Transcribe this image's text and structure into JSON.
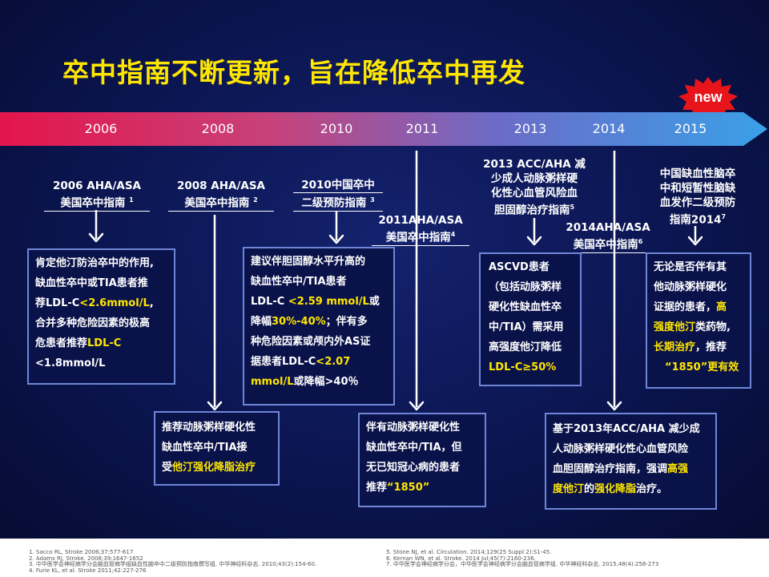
{
  "title": "卒中指南不断更新，旨在降低卒中再发",
  "badge": "new",
  "years": [
    "2006",
    "2008",
    "2010",
    "2011",
    "2013",
    "2014",
    "2015"
  ],
  "labels": {
    "g2006": {
      "line1": "2006 AHA/ASA",
      "line2": "美国卒中指南",
      "sup": "1"
    },
    "g2008": {
      "line1": "2008 AHA/ASA",
      "line2": "美国卒中指南",
      "sup": "2"
    },
    "g2010": {
      "line1": "2010中国卒中",
      "line2": "二级预防指南",
      "sup": "3"
    },
    "g2011": {
      "line1": "2011AHA/ASA",
      "line2": "美国卒中指南",
      "sup": "4"
    },
    "g2013": {
      "line1": "2013 ACC/AHA 减",
      "line2": "少成人动脉粥样硬",
      "line3": "化性心血管风险血",
      "line4": "胆固醇治疗指南",
      "sup": "5"
    },
    "g2014": {
      "line1": "2014AHA/ASA",
      "line2": "美国卒中指南",
      "sup": "6"
    },
    "g2015": {
      "line1": "中国缺血性脑卒",
      "line2": "中和短暂性脑缺",
      "line3": "血发作二级预防",
      "line4": "指南2014",
      "sup": "7"
    }
  },
  "boxes": {
    "b2006": {
      "t1": "肯定他汀防治卒中的作用,",
      "t2": "缺血性卒中或TIA患者推",
      "t3a": "荐LDL-C",
      "t3b": "<2.6mmol/L",
      "t3c": ",",
      "t4": "合并多种危险因素的极高",
      "t5a": "危患者推荐",
      "t5b": "LDL-C",
      "t6": " <1.8mmol/L"
    },
    "b2008": {
      "t1": "推荐动脉粥样硬化性",
      "t2": "缺血性卒中/TIA接",
      "t3a": "受",
      "t3b": "他汀强化降脂治疗"
    },
    "b2010": {
      "t1": "建议伴胆固醇水平升高的",
      "t2": "缺血性卒中/TIA患者",
      "t3a": "LDL-C ",
      "t3b": "<2.59 mmol/L",
      "t3c": "或",
      "t4a": "降幅",
      "t4b": "30%-40%",
      "t4c": "；伴有多",
      "t5": "种危险因素或颅内外AS证",
      "t6a": "据患者LDL-C",
      "t6b": "<2.07",
      "t7a": "mmol/L",
      "t7b": "或降幅",
      "t7c": ">40％"
    },
    "b2011": {
      "t1": "伴有动脉粥样硬化性",
      "t2": "缺血性卒中/TIA，但",
      "t3": "无已知冠心病的患者",
      "t4a": "推荐",
      "t4b": "“1850”"
    },
    "b2013": {
      "t1": "ASCVD患者",
      "t2": "（包括动脉粥样",
      "t3": "硬化性缺血性卒",
      "t4": "中/TIA）需采用",
      "t5": "高强度他汀降低",
      "t6": "LDL-C≥50%"
    },
    "b2014": {
      "t1": "基于2013年ACC/AHA 减少成",
      "t2": "人动脉粥样硬化性心血管风险",
      "t3a": "血胆固醇治疗指南，强调",
      "t3b": "高强",
      "t4a": "度他汀",
      "t4b": "的",
      "t4c": "强化降脂",
      "t4d": "治疗。"
    },
    "b2015": {
      "t1": "无论是否伴有其",
      "t2": "他动脉粥样硬化",
      "t3a": "证据的患者，",
      "t3b": "高",
      "t4a": "强度他汀",
      "t4b": "类药物,",
      "t5a": "长期治疗",
      "t5b": "，推荐",
      "t6": "“1850”更有效"
    }
  },
  "references_left": [
    "1.    Sacco RL, Stroke 2006;37:577-617",
    "2.    Adams RJ, Stroke. 2008;39:1647-1652",
    "3.    中华医学会神经病学分会脑血管病学组缺血性脑卒中二级预防指南撰写组. 中华神经科杂志. 2010;43(2):154-60.",
    "4.    Furie KL, et al. Stroke 2011;42:227-276"
  ],
  "references_right": [
    "5.    Stone NJ, et al. Circulation. 2014;129(25 Suppl 2):S1-45.",
    "6.    Kernan WN, et al. Stroke. 2014 Jul;45(7):2160-236.",
    "7.    中华医学会神经病学分会，中华医学会神经病学分会脑血管病学组. 中华神经科杂志. 2015,48(4):258-273"
  ],
  "colors": {
    "title": "#ffe600",
    "highlight": "#ffe600",
    "box_border": "#6f86d6",
    "badge": "#e8141c"
  }
}
